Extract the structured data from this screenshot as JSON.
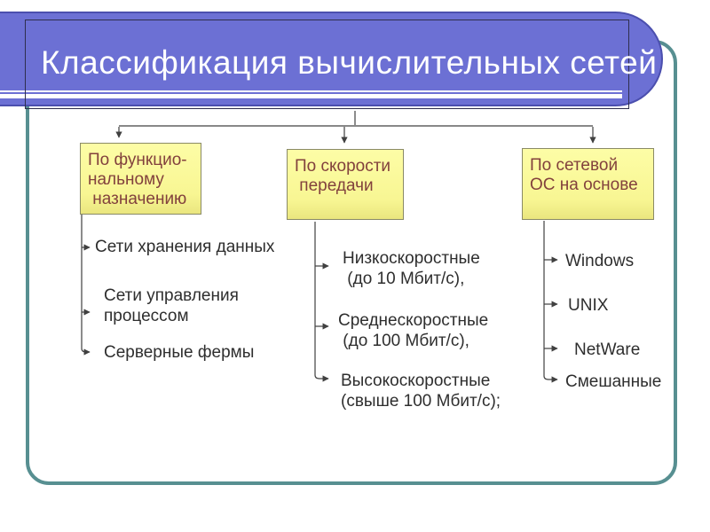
{
  "slide": {
    "title": "Классификация вычислительных сетей"
  },
  "tree": {
    "branches": [
      {
        "box": "По функцио-\nнальному\n назначению",
        "items": [
          "Сети хранения данных",
          "Сети управления\nпроцессом",
          "Серверные фермы"
        ]
      },
      {
        "box": "По скорости\n передачи",
        "items": [
          "Низкоскоростные\n (до 10 Мбит/с),",
          "Среднескоростные\n (до 100 Мбит/с),",
          "Высокоскоростные\n(свыше 100 Мбит/с);"
        ]
      },
      {
        "box": "По сетевой\nОС на основе",
        "items": [
          "Windows",
          "UNIX",
          "NetWare",
          "Смешанные"
        ]
      }
    ]
  },
  "colors": {
    "banner_fill": "#6c70d4",
    "banner_edge": "#4b4fae",
    "outline_color": "#2e2e4d",
    "frame_teal": "#578f91",
    "box_fill_top": "#fdfda6",
    "box_fill_bottom": "#eae67f",
    "box_border": "#8a8a66",
    "box_text": "#82413d",
    "item_text": "#2e2e2e",
    "connector": "#404040"
  }
}
